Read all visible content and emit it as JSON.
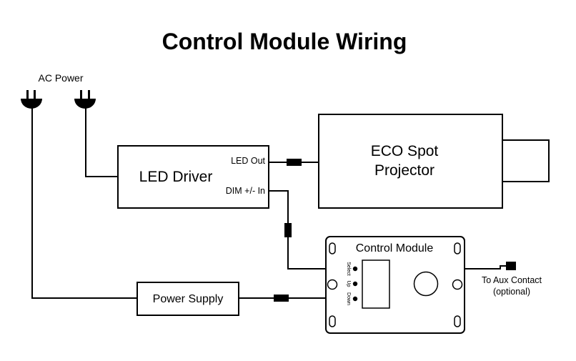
{
  "title": "Control Module Wiring",
  "ac_power": {
    "label": "AC Power"
  },
  "led_driver": {
    "label": "LED Driver",
    "port_out": "LED Out",
    "port_dim": "DIM +/- In"
  },
  "projector": {
    "label_line1": "ECO Spot",
    "label_line2": "Projector"
  },
  "control_module": {
    "label": "Control Module",
    "buttons": [
      "Select",
      "Up",
      "Down"
    ]
  },
  "power_supply": {
    "label": "Power Supply"
  },
  "aux": {
    "label_line1": "To Aux Contact",
    "label_line2": "(optional)"
  }
}
